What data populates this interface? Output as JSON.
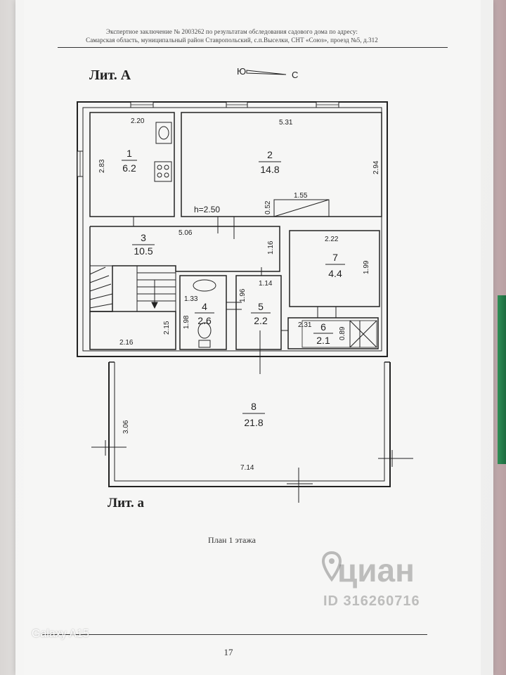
{
  "header": {
    "line1": "Экспертное заключение № 2003262 по результатам обследования садового дома по адресу:",
    "line2": "Самарская область, муниципальный район Ставропольский, с.п.Выселки, СНТ «Союз», проезд №5, д.312"
  },
  "lit_main": "Лит. А",
  "lit_annex": "Лит. а",
  "compass": {
    "south": "Ю",
    "north": "С"
  },
  "rooms": [
    {
      "num": "1",
      "area": "6.2"
    },
    {
      "num": "2",
      "area": "14.8"
    },
    {
      "num": "3",
      "area": "10.5"
    },
    {
      "num": "4",
      "area": "2.6"
    },
    {
      "num": "5",
      "area": "2.2"
    },
    {
      "num": "6",
      "area": "2.1"
    },
    {
      "num": "7",
      "area": "4.4"
    },
    {
      "num": "8",
      "area": "21.8"
    }
  ],
  "dimensions": {
    "r1_width": "2.20",
    "r1_depth": "2.83",
    "r2_width": "5.31",
    "r2_depth": "2.94",
    "ceiling_height": "h=2.50",
    "stair_length": "1.55",
    "stair_width": "0.52",
    "r3_width": "5.06",
    "r3_depth": "1.16",
    "r3_lower_width": "2.16",
    "r3_lower_depth": "2.15",
    "r7_width": "2.22",
    "r7_depth": "1.99",
    "r4_width": "1.33",
    "r4_depth": "1.98",
    "r5_depth": "1.96",
    "r5_width": "1.14",
    "r6_width": "2.31",
    "r6_depth": "0.89",
    "r8_depth": "3.06",
    "r8_width": "7.14"
  },
  "plan_caption": "План 1 этажа",
  "page_number": "17",
  "camera_tag": "Galaxy A15",
  "watermark": {
    "brand": "циан",
    "id": "ID 316260716"
  }
}
